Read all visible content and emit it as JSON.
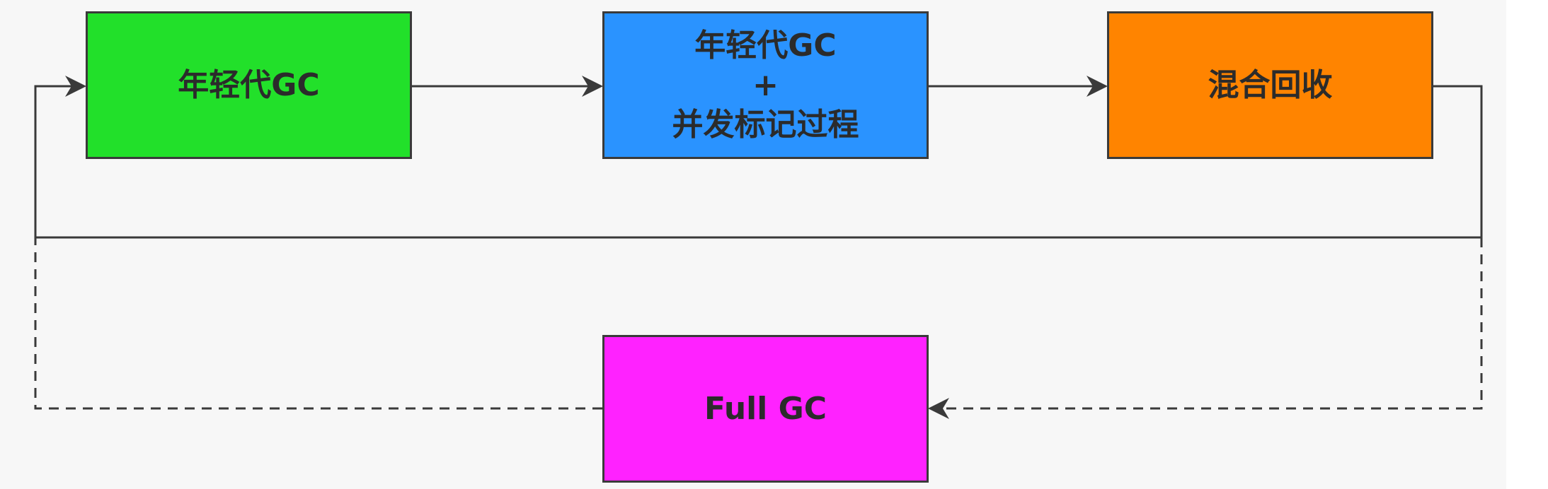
{
  "colors": {
    "young_gc": "#22e02a",
    "concurrent_mark": "#2a93ff",
    "mixed": "#ff8400",
    "full_gc": "#ff22ff",
    "line": "#3a3a3a"
  },
  "nodes": {
    "young_gc": {
      "label": "年轻代GC"
    },
    "concurrent_mark": {
      "lines": [
        "年轻代GC",
        "+",
        "并发标记过程"
      ]
    },
    "mixed": {
      "label": "混合回收"
    },
    "full_gc": {
      "label": "Full GC"
    }
  }
}
